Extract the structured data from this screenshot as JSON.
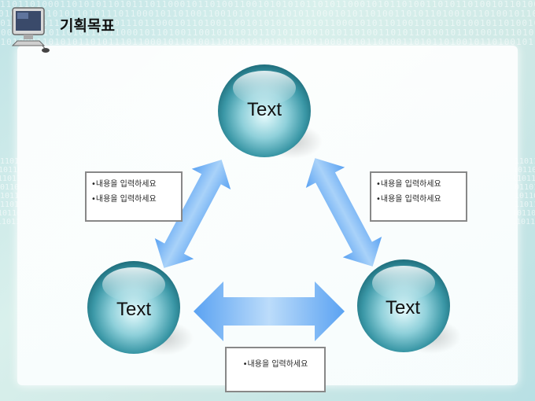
{
  "slide": {
    "title": "기획목표"
  },
  "nodes": {
    "top": {
      "label": "Text"
    },
    "left": {
      "label": "Text"
    },
    "right": {
      "label": "Text"
    }
  },
  "notes": {
    "left": [
      "•내용을 입력하세요",
      "•내용을 입력하세요"
    ],
    "right": [
      "•내용을 입력하세요",
      "•내용을 입력하세요"
    ],
    "bottom": [
      "•내용을 입력하세요"
    ]
  },
  "background_binary": "1101101000110101011010111011000101101001100101010101101011000101011010011010110100101101001011010101101101",
  "colors": {
    "arrow": "#6aaef2",
    "sphere_dark": "#1f7a88",
    "sphere_light": "#cfeef2"
  }
}
